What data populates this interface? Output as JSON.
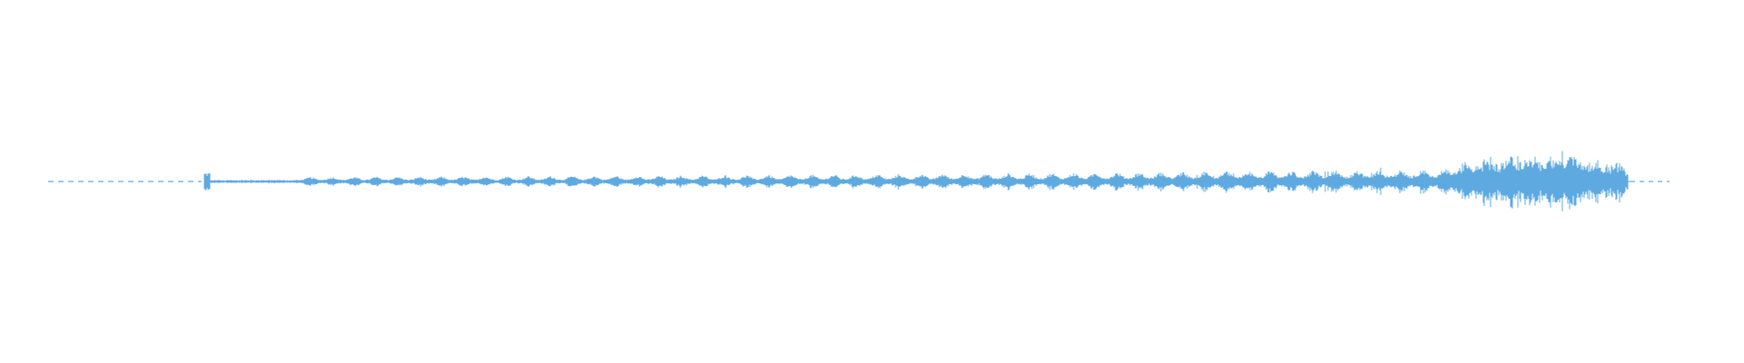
{
  "waveform": {
    "color": "#5eaae0",
    "background": "#ffffff",
    "style": "mirrored-amplitude",
    "leading_silence": "dashed",
    "trailing_silence": "dashed"
  }
}
